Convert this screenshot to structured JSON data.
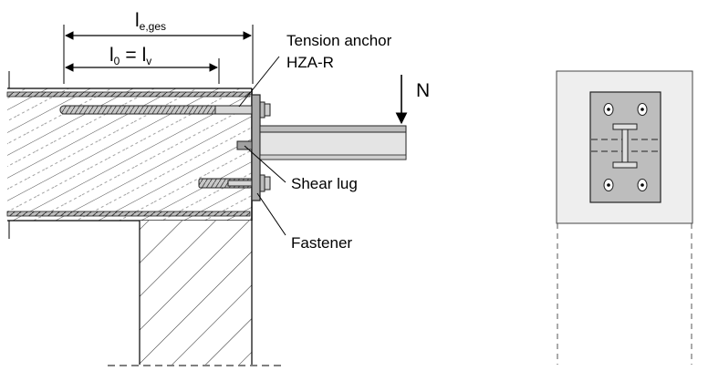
{
  "dimensions": {
    "total_length": {
      "symbol": "l",
      "subscript": "e,ges"
    },
    "anchorage_length": {
      "left_symbol": "l",
      "left_subscript": "0",
      "equals": "=",
      "right_symbol": "l",
      "right_subscript": "v"
    }
  },
  "labels": {
    "tension_anchor_line1": "Tension anchor",
    "tension_anchor_line2": "HZA-R",
    "load": "N",
    "shear_lug": "Shear lug",
    "fastener": "Fastener"
  }
}
